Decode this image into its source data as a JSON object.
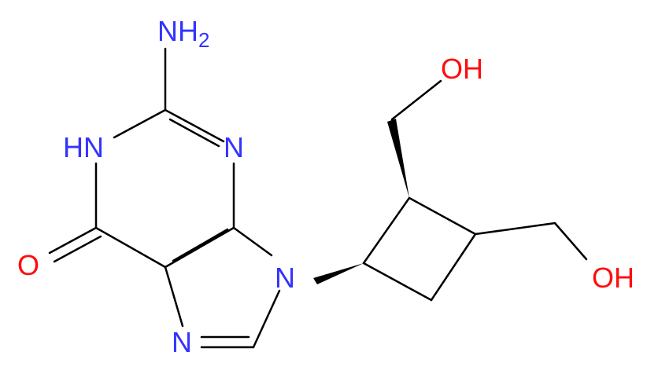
{
  "molecule": {
    "colors": {
      "bond": "#000000",
      "nitrogen": "#3333ff",
      "oxygen": "#ff0d0d",
      "background": "#ffffff"
    },
    "atoms": {
      "amine": {
        "main": "NH",
        "sub": "2"
      },
      "n1": "HN",
      "n3": "N",
      "n7": "N",
      "n9": "N",
      "carbonyl_o": "O",
      "hydroxyl_top": "OH",
      "hydroxyl_right": "OH"
    }
  }
}
